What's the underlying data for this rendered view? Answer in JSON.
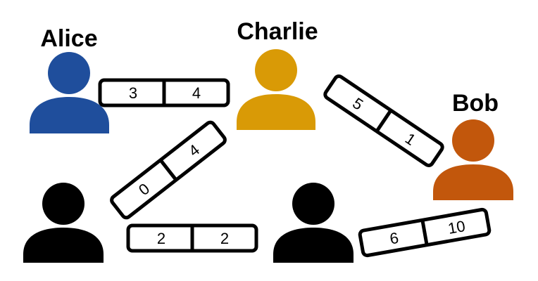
{
  "colors": {
    "alice": "#1f4e9c",
    "charlie": "#d99a06",
    "bob": "#c2570c",
    "anonymous": "#000000"
  },
  "people": [
    {
      "id": "alice",
      "name": "Alice",
      "color": "#1f4e9c",
      "icon": "person-icon"
    },
    {
      "id": "charlie",
      "name": "Charlie",
      "color": "#d99a06",
      "icon": "person-icon"
    },
    {
      "id": "bob",
      "name": "Bob",
      "color": "#c2570c",
      "icon": "person-icon"
    },
    {
      "id": "anon-left",
      "name": "",
      "color": "#000000",
      "icon": "person-icon"
    },
    {
      "id": "anon-right",
      "name": "",
      "color": "#000000",
      "icon": "person-icon"
    }
  ],
  "cards": [
    {
      "id": "alice-charlie",
      "left": "3",
      "right": "4"
    },
    {
      "id": "charlie-bob",
      "left": "5",
      "right": "1"
    },
    {
      "id": "anon-left-charlie",
      "left": "0",
      "right": "4"
    },
    {
      "id": "anon-left-anon-right",
      "left": "2",
      "right": "2"
    },
    {
      "id": "anon-right-bob",
      "left": "6",
      "right": "10"
    }
  ]
}
